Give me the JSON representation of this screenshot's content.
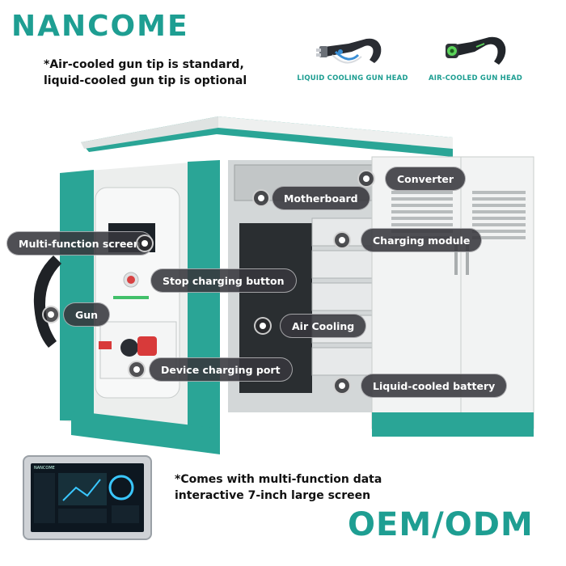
{
  "brand": {
    "name": "NANCOME"
  },
  "notes": {
    "top_line1": "*Air-cooled gun tip is standard,",
    "top_line2": "liquid-cooled gun tip is optional",
    "bottom_line1": "*Comes with multi-function data",
    "bottom_line2": "interactive 7-inch large screen"
  },
  "gun_heads": {
    "liquid": "LIQUID COOLING GUN HEAD",
    "air": "AIR-COOLED GUN HEAD"
  },
  "callouts": {
    "multi_function_screen": "Multi-function screen",
    "motherboard": "Motherboard",
    "converter": "Converter",
    "charging_module": "Charging module",
    "stop_charging_button": "Stop charging button",
    "gun": "Gun",
    "air_cooling": "Air Cooling",
    "device_charging_port": "Device charging port",
    "liquid_cooled_battery": "Liquid-cooled battery"
  },
  "tablet": {
    "brand": "NANCOME"
  },
  "footer": {
    "oem": "OEM/ODM"
  },
  "colors": {
    "brand": "#1e9e92",
    "callout_bg": "#37373c"
  }
}
